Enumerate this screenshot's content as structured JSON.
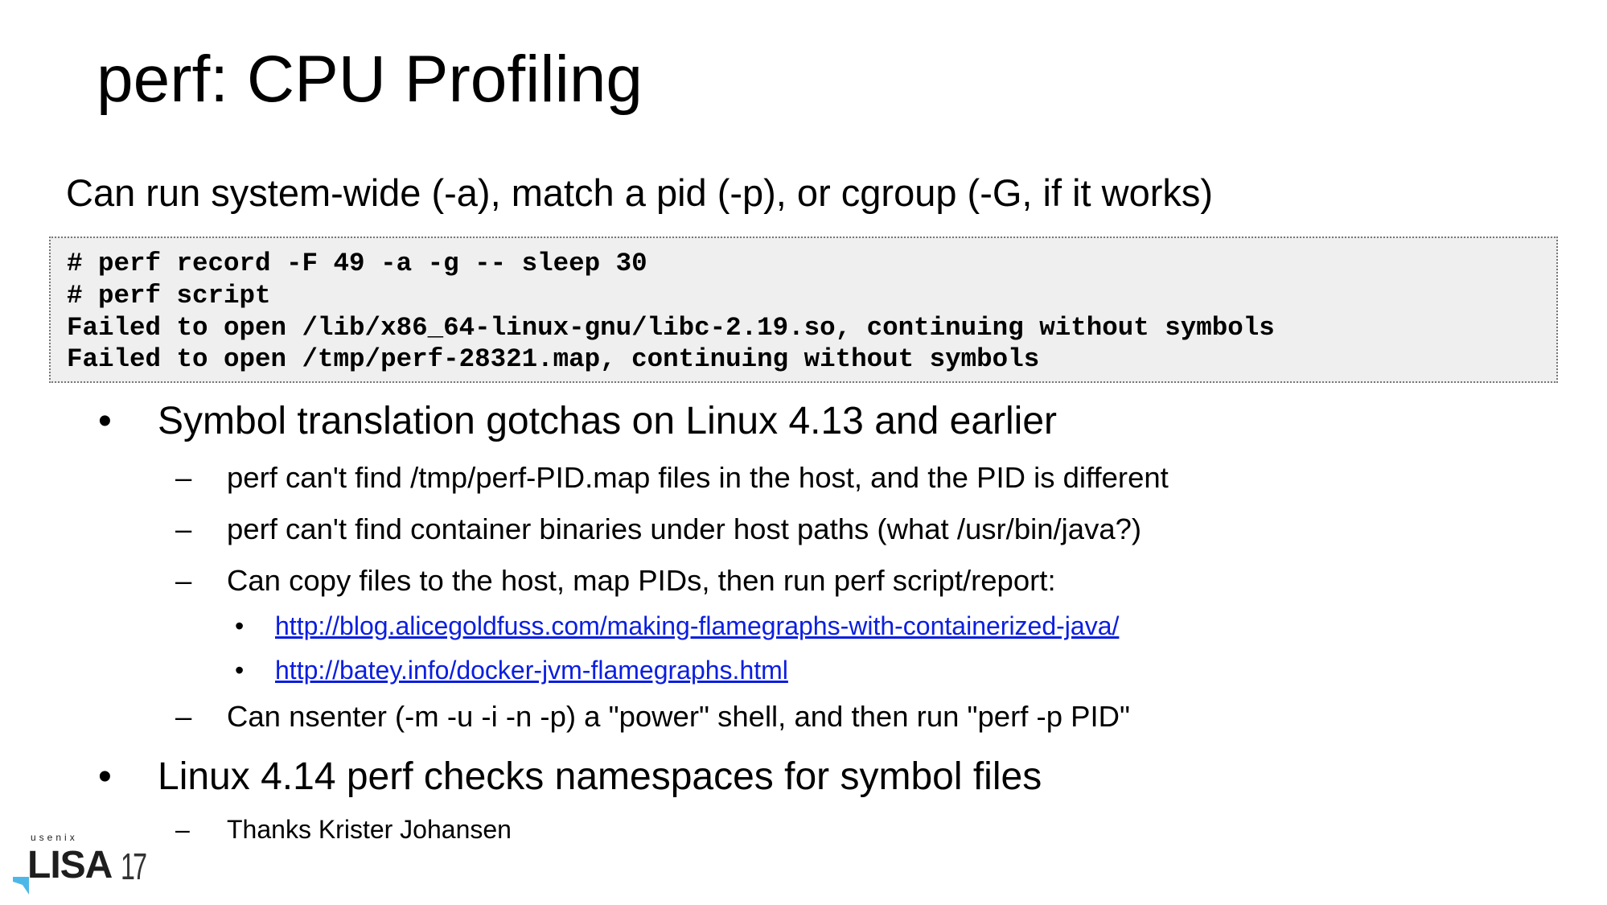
{
  "slide": {
    "title": "perf: CPU Profiling",
    "subtitle": "Can run system-wide (-a), match a pid (-p), or cgroup (-G, if it works)",
    "code_lines": [
      "# perf record -F 49 -a -g -- sleep 30",
      "# perf script",
      "Failed to open /lib/x86_64-linux-gnu/libc-2.19.so, continuing without symbols",
      "Failed to open /tmp/perf-28321.map, continuing without symbols"
    ],
    "bullet_marker": "•",
    "dash_marker": "–",
    "bullets": [
      {
        "text": "Symbol translation gotchas on Linux 4.13 and earlier",
        "subs": [
          "perf can't find /tmp/perf-PID.map files in the host, and the PID is different",
          "perf can't find container binaries under host paths (what /usr/bin/java?)",
          "Can copy files to the host, map PIDs, then run perf script/report:",
          "Can nsenter (-m -u -i -n -p) a \"power\" shell, and then run \"perf -p PID\""
        ],
        "links": [
          "http://blog.alicegoldfuss.com/making-flamegraphs-with-containerized-java/",
          "http://batey.info/docker-jvm-flamegraphs.html"
        ]
      },
      {
        "text": "Linux 4.14 perf checks namespaces for symbol files",
        "subs": [
          "Thanks Krister Johansen"
        ]
      }
    ],
    "logo": {
      "org": "usenix",
      "name": "LISA",
      "year": "17",
      "accent": "#4db8e8"
    }
  }
}
